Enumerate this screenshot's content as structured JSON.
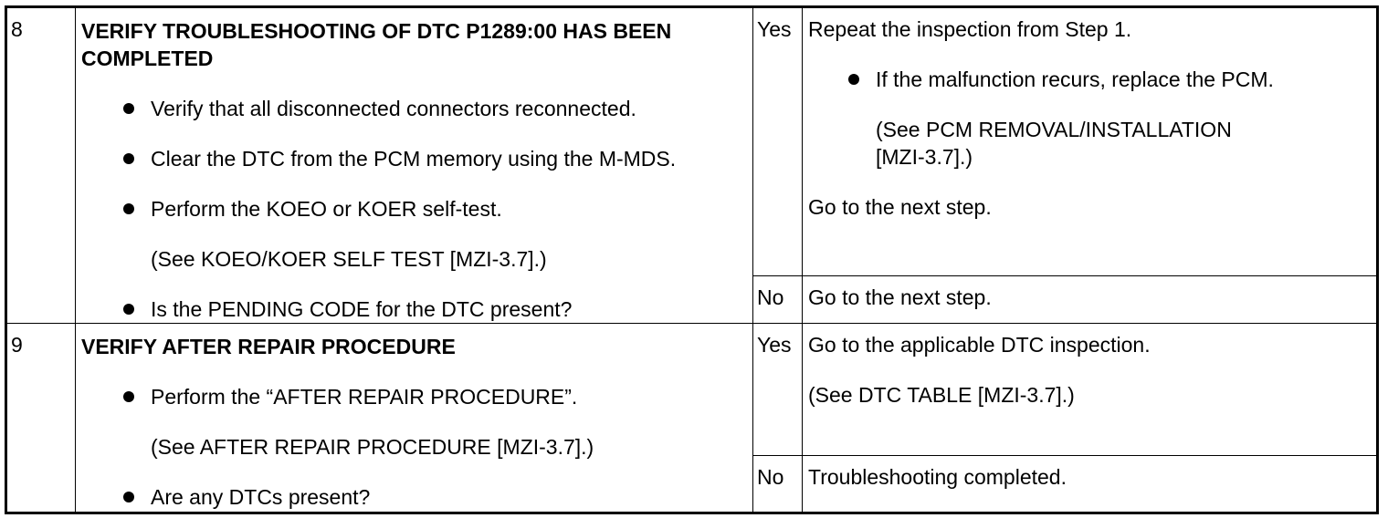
{
  "rows": [
    {
      "step": "8",
      "title": "VERIFY TROUBLESHOOTING OF DTC P1289:00 HAS BEEN COMPLETED",
      "items": [
        "Verify that all disconnected connectors reconnected.",
        "Clear the DTC from the PCM memory using the M-MDS.",
        "Perform the KOEO or KOER self-test."
      ],
      "ref": "(See KOEO/KOER SELF TEST [MZI-3.7].)",
      "question": "Is the PENDING CODE for the DTC present?",
      "yes_label": "Yes",
      "yes_action": "Repeat the inspection from Step 1.",
      "yes_bullet": "If the malfunction recurs, replace the PCM.",
      "yes_ref_line1": "(See PCM REMOVAL/INSTALLATION",
      "yes_ref_line2": "[MZI-3.7].)",
      "yes_next": "Go to the next step.",
      "no_label": "No",
      "no_action": "Go to the next step."
    },
    {
      "step": "9",
      "title": "VERIFY AFTER REPAIR PROCEDURE",
      "items": [
        "Perform the “AFTER REPAIR PROCEDURE”."
      ],
      "ref": "(See AFTER REPAIR PROCEDURE [MZI-3.7].)",
      "question": "Are any DTCs present?",
      "yes_label": "Yes",
      "yes_action": "Go to the applicable DTC inspection.",
      "yes_ref": "(See DTC TABLE [MZI-3.7].)",
      "no_label": "No",
      "no_action": "Troubleshooting completed."
    }
  ]
}
